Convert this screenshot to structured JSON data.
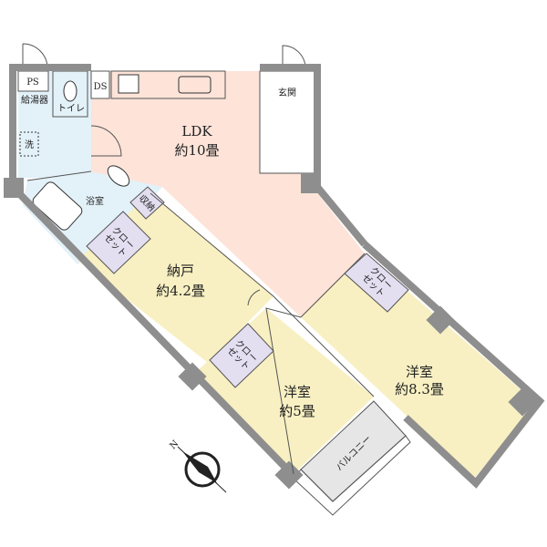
{
  "rooms": {
    "ldk": {
      "name": "LDK",
      "size": "約10畳"
    },
    "storage": {
      "name": "納戸",
      "size": "約4.2畳"
    },
    "western5": {
      "name": "洋室",
      "size": "約5畳"
    },
    "western83": {
      "name": "洋室",
      "size": "約8.3畳"
    },
    "bath": {
      "name": "浴室"
    },
    "toilet": {
      "name": "トイレ"
    },
    "entrance": {
      "name": "玄関"
    },
    "balcony": {
      "name": "バルコニー"
    }
  },
  "fixtures": {
    "ps": "PS",
    "ds": "DS",
    "water_heater": "給湯器",
    "washer": "洗",
    "shelf": "収納",
    "closet_line1": "クロー",
    "closet_line2": "ゼット"
  },
  "colors": {
    "ldk": "#fde3d8",
    "western": "#f8f0c2",
    "wet": "#e3f1f8",
    "closet": "#e3def0",
    "balcony": "#e6e6e6",
    "wall": "#8e8e8e"
  }
}
